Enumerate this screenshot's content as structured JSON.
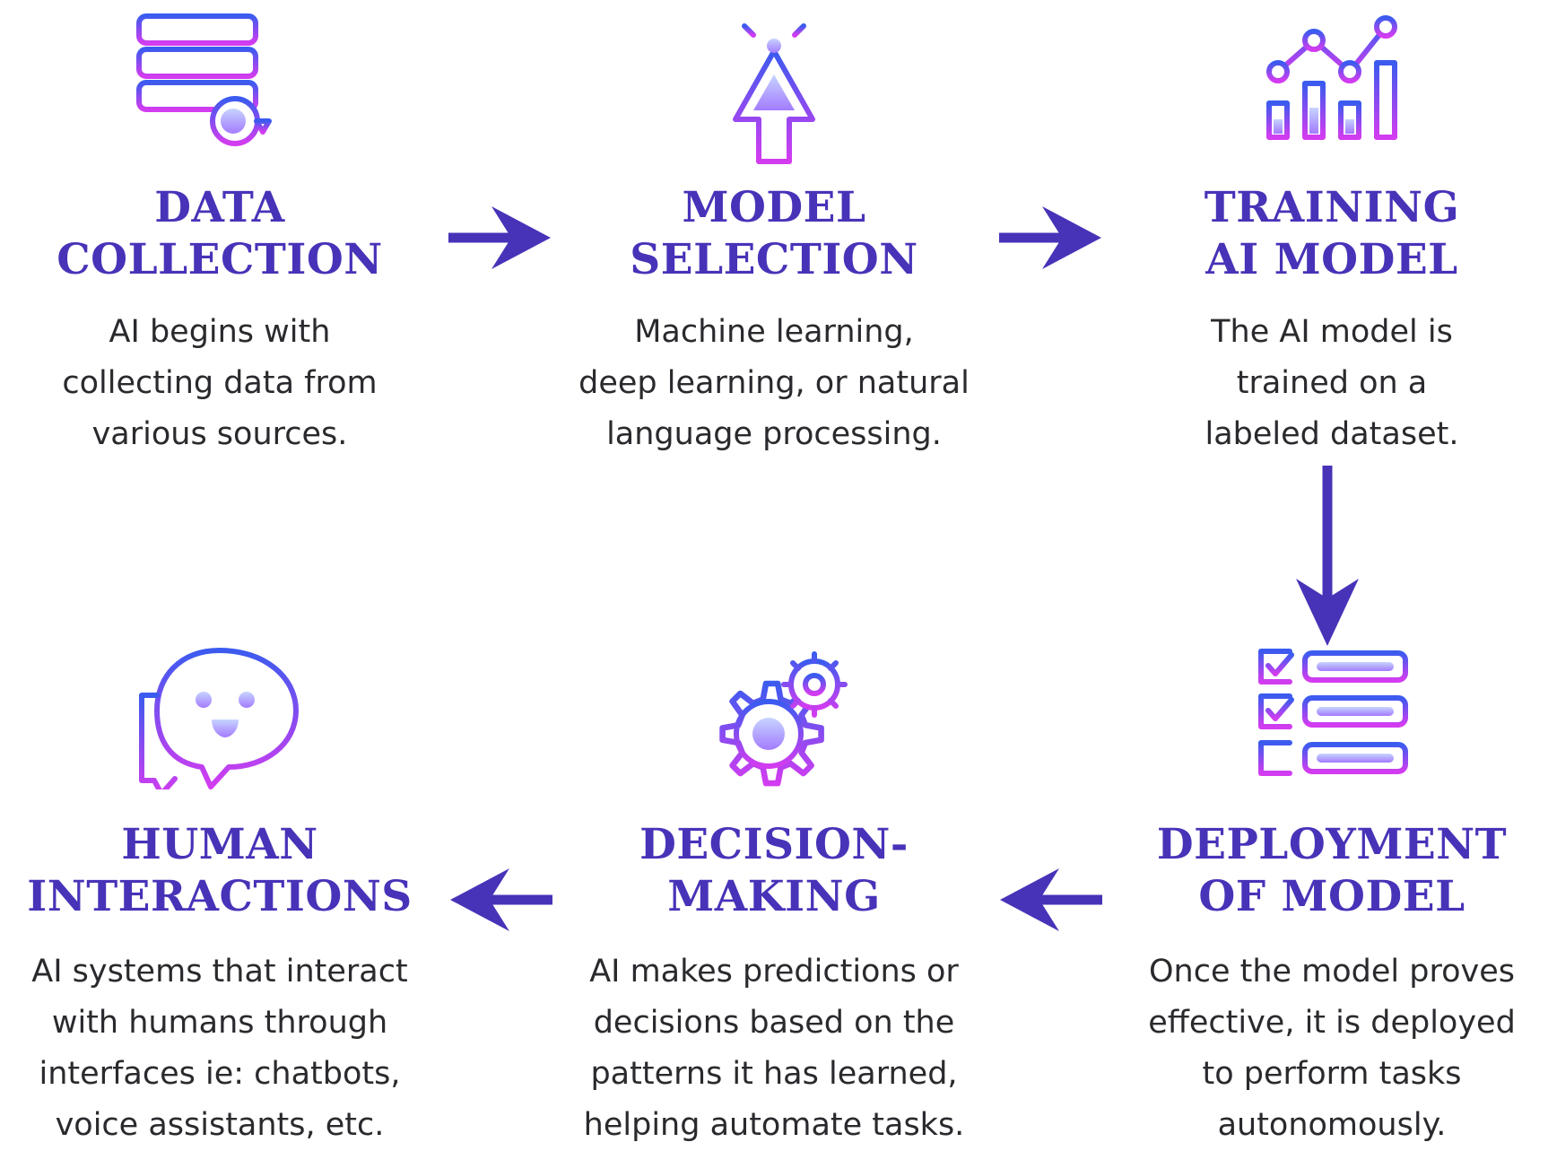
{
  "steps": [
    {
      "title": [
        "DATA",
        "COLLECTION"
      ],
      "desc": [
        "AI begins with",
        "collecting data from",
        "various sources."
      ],
      "icon": "database-icon"
    },
    {
      "title": [
        "MODEL",
        "SELECTION"
      ],
      "desc": [
        "Machine learning,",
        "deep learning, or natural",
        "language processing."
      ],
      "icon": "cursor-arrow-icon"
    },
    {
      "title": [
        "TRAINING",
        "AI MODEL"
      ],
      "desc": [
        "The AI model is",
        "trained on a",
        "labeled dataset."
      ],
      "icon": "bar-line-chart-icon"
    },
    {
      "title": [
        "DEPLOYMENT",
        "OF MODEL"
      ],
      "desc": [
        "Once the model proves",
        "effective, it is deployed",
        "to perform tasks",
        "autonomously."
      ],
      "icon": "checklist-icon"
    },
    {
      "title": [
        "DECISION-",
        "MAKING"
      ],
      "desc": [
        "AI makes predictions or",
        "decisions based on the",
        "patterns it has learned,",
        "helping automate tasks."
      ],
      "icon": "gears-icon"
    },
    {
      "title": [
        "HUMAN",
        "INTERACTIONS"
      ],
      "desc": [
        "AI systems that interact",
        "with humans through",
        "interfaces ie: chatbots,",
        "voice assistants, etc."
      ],
      "icon": "chat-bot-icon"
    }
  ],
  "colors": {
    "title": "#4733b8",
    "arrow": "#4733b8",
    "icon_gradient_top": "#3b5bef",
    "icon_gradient_bottom": "#d33cf0",
    "icon_fill_light": "#a6b8ff"
  }
}
